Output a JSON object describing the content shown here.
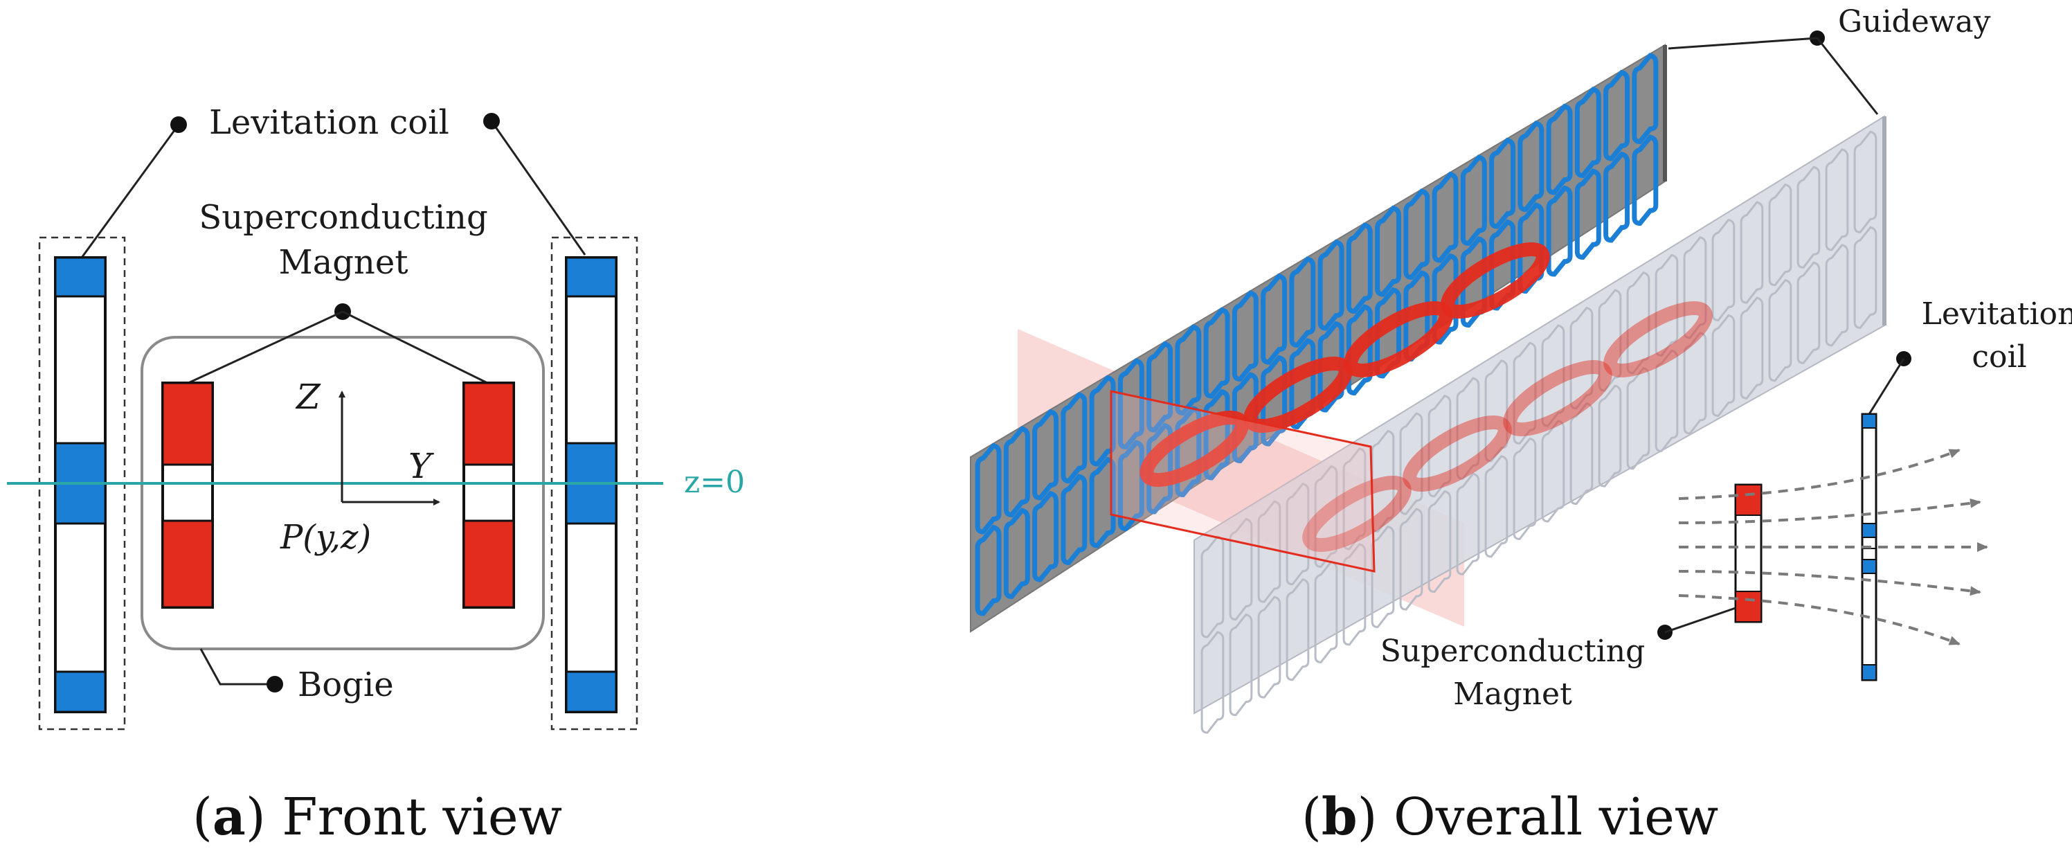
{
  "front_view": {
    "caption_letter": "a",
    "caption_text": "Front view",
    "label_levitation_coil": "Levitation coil",
    "label_sc_line1": "Superconducting",
    "label_sc_line2": "Magnet",
    "label_bogie": "Bogie",
    "axis_z": "Z",
    "axis_y": "Y",
    "point_label": "P(y,z)",
    "plane_label": "z=0"
  },
  "overall_view": {
    "caption_letter": "b",
    "caption_text": "Overall view",
    "label_guideway": "Guideway",
    "label_lev_line1": "Levitation",
    "label_lev_line2": "coil",
    "label_sc_line1": "Superconducting",
    "label_sc_line2": "Magnet"
  },
  "colors": {
    "coil_blue": "#1c7fd6",
    "magnet_red": "#e32b1e",
    "plane_line": "#2aa6a6",
    "guideway_gray": "#8c8c8c",
    "guideway_light": "#d6d9e0"
  }
}
